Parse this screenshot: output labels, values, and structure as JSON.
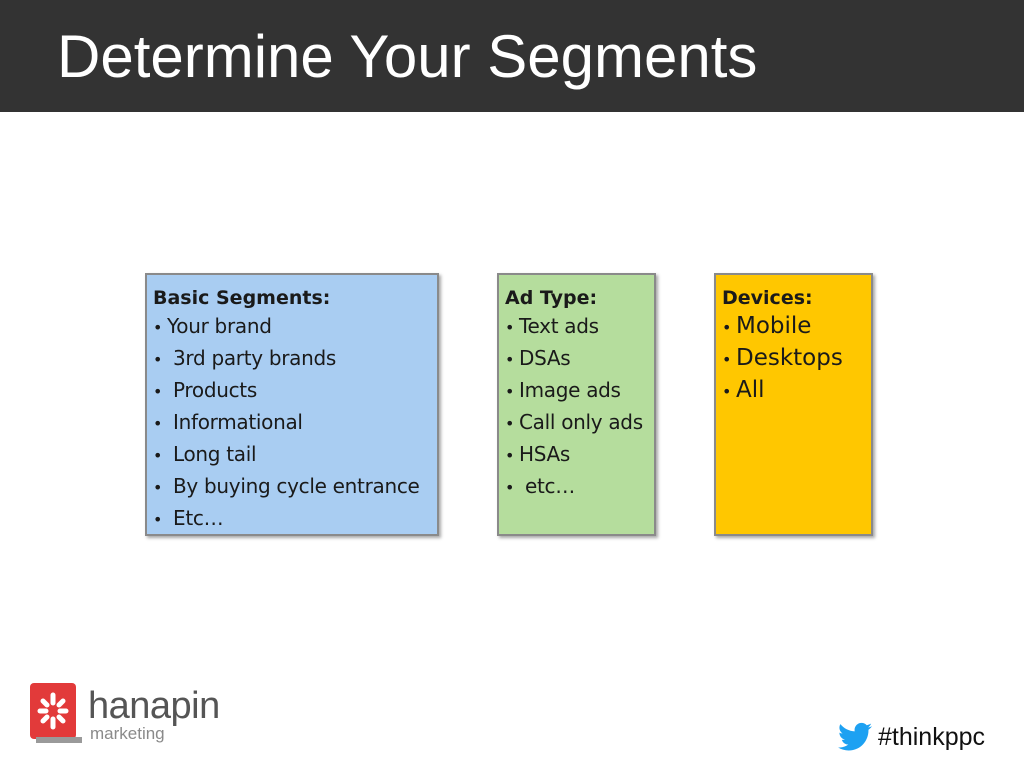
{
  "slide": {
    "title": "Determine Your Segments"
  },
  "boxes": {
    "basic": {
      "heading": "Basic Segments:",
      "items": [
        "Your brand",
        "3rd party brands",
        "Products",
        "Informational",
        "Long tail",
        "By buying cycle entrance",
        "Etc…"
      ],
      "bullet": "•",
      "color": "#a9cdf2"
    },
    "ad_type": {
      "heading": "Ad Type:",
      "items": [
        "Text ads",
        "DSAs",
        "Image ads",
        "Call only ads",
        "HSAs",
        "etc…"
      ],
      "bullet": "•",
      "color": "#b5dd9d"
    },
    "devices": {
      "heading": "Devices:",
      "items": [
        "Mobile",
        "Desktops",
        "All"
      ],
      "bullet": "•",
      "color": "#ffc700"
    }
  },
  "footer": {
    "logo_icon": "hanapin-logo-mark",
    "logo_name": "hanapin",
    "logo_sub": "marketing",
    "social_icon": "twitter-bird-icon",
    "hashtag": "#thinkppc",
    "brand_red": "#e23a3a",
    "twitter_blue": "#1da1f2"
  }
}
